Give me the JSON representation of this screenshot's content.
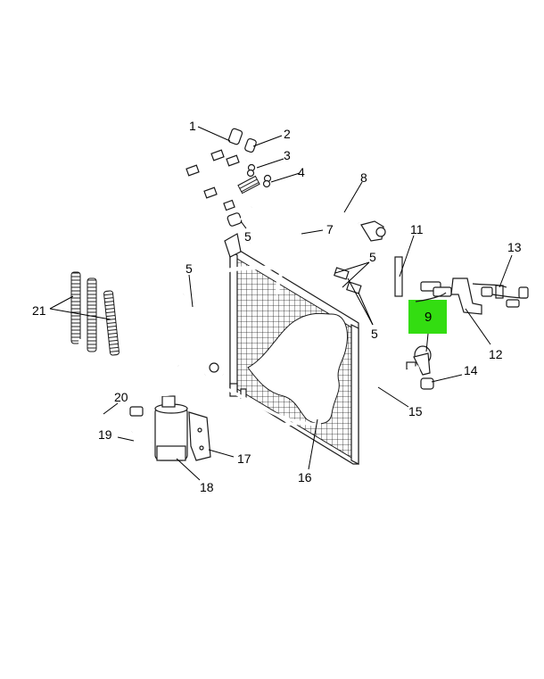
{
  "diagram": {
    "highlight_color": "#33dd11",
    "callouts": {
      "c1": "1",
      "c2": "2",
      "c3": "3",
      "c4": "4",
      "c5a": "5",
      "c5b": "5",
      "c5c": "5",
      "c5d": "5",
      "c7": "7",
      "c8": "8",
      "c9": "9",
      "c11": "11",
      "c12": "12",
      "c13": "13",
      "c14": "14",
      "c15": "15",
      "c16": "16",
      "c17": "17",
      "c18": "18",
      "c19": "19",
      "c20": "20",
      "c21": "21"
    }
  }
}
